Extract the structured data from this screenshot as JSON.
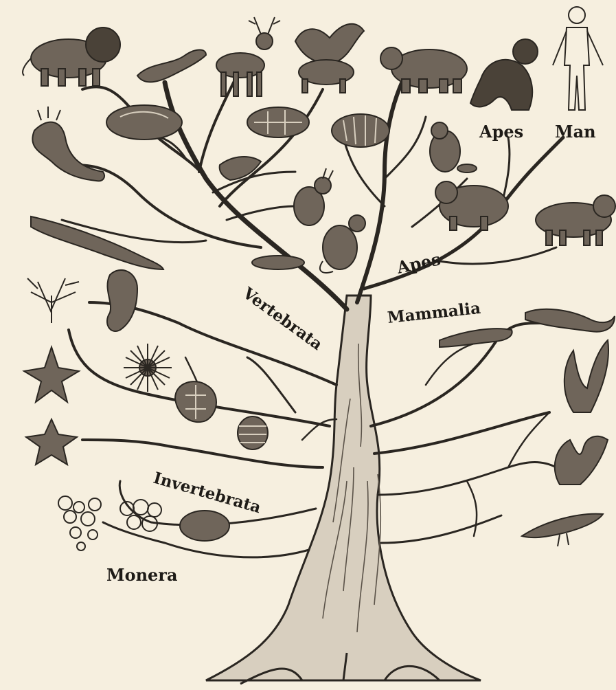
{
  "labels": {
    "apes_top": "Apes",
    "man": "Man",
    "apes_branch": "Apes",
    "mammalia": "Mammalia",
    "vertebrata": "Vertebrata",
    "invertebrata": "Invertebrata",
    "monera": "Monera"
  },
  "colors": {
    "paper": "#f6efdf",
    "ink": "#2a2621",
    "fill": "#6f655a",
    "light": "#d8cfbf"
  },
  "organisms": [
    {
      "name": "lion-icon",
      "kind": "quadruped"
    },
    {
      "name": "salamander-icon",
      "kind": "worm"
    },
    {
      "name": "deer-icon",
      "kind": "quadruped"
    },
    {
      "name": "griffin-icon",
      "kind": "bird"
    },
    {
      "name": "bear-icon",
      "kind": "quadruped"
    },
    {
      "name": "chimpanzee-icon",
      "kind": "ape"
    },
    {
      "name": "man-icon",
      "kind": "human"
    },
    {
      "name": "crocodile-icon",
      "kind": "worm"
    },
    {
      "name": "turtle-icon",
      "kind": "blob"
    },
    {
      "name": "tortoise-icon",
      "kind": "blob"
    },
    {
      "name": "armadillo-icon",
      "kind": "blob"
    },
    {
      "name": "beaver-icon",
      "kind": "blob"
    },
    {
      "name": "bird-icon",
      "kind": "bird"
    },
    {
      "name": "rabbit-icon",
      "kind": "blob"
    },
    {
      "name": "bear-cub-icon",
      "kind": "quadruped"
    },
    {
      "name": "cougar-icon",
      "kind": "quadruped"
    },
    {
      "name": "eel-icon",
      "kind": "worm"
    },
    {
      "name": "fish-icon",
      "kind": "worm"
    },
    {
      "name": "kangaroo-icon",
      "kind": "blob"
    },
    {
      "name": "coral-icon",
      "kind": "plant"
    },
    {
      "name": "sea-cucumber-icon",
      "kind": "blob"
    },
    {
      "name": "lizard-icon",
      "kind": "worm"
    },
    {
      "name": "worm-icon",
      "kind": "worm"
    },
    {
      "name": "starfish-icon",
      "kind": "star"
    },
    {
      "name": "sea-urchin-icon",
      "kind": "urchin"
    },
    {
      "name": "jellyfish-icon",
      "kind": "blob"
    },
    {
      "name": "shell-icon",
      "kind": "blob"
    },
    {
      "name": "seaweed-icon",
      "kind": "plant"
    },
    {
      "name": "starfish-small-icon",
      "kind": "star"
    },
    {
      "name": "sponge-icon",
      "kind": "plant"
    },
    {
      "name": "squid-icon",
      "kind": "worm"
    },
    {
      "name": "amoeba-cluster-icon",
      "kind": "cluster"
    },
    {
      "name": "amoeba-pair-icon",
      "kind": "cluster"
    },
    {
      "name": "amoeba-icon",
      "kind": "blob"
    }
  ]
}
